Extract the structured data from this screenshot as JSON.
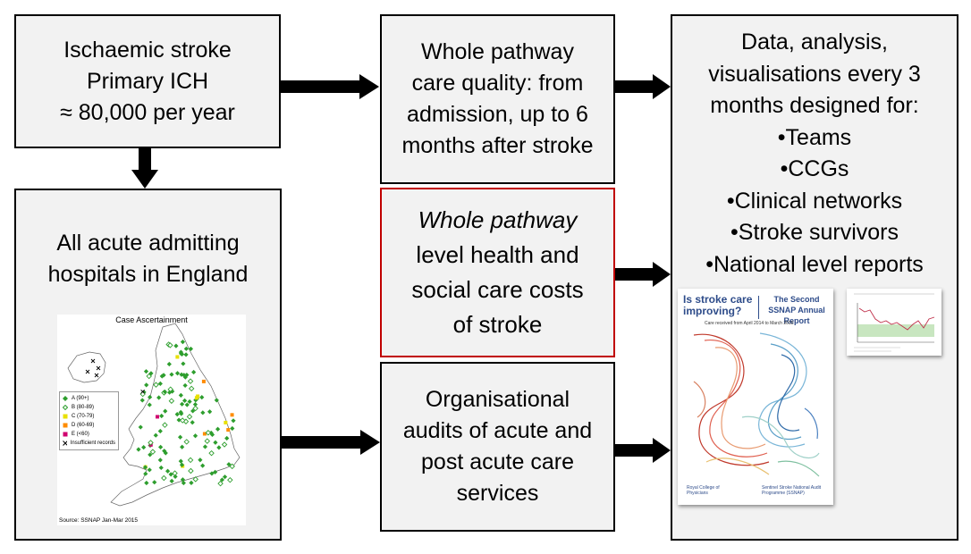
{
  "boxes": {
    "population": {
      "lines": [
        "Ischaemic stroke",
        "Primary ICH",
        "≈ 80,000 per year"
      ]
    },
    "hospitals": {
      "lines": [
        "All acute admitting",
        "hospitals in England"
      ]
    },
    "pathway": {
      "lines": [
        "Whole pathway",
        "care quality: from",
        "admission, up to 6",
        "months after stroke"
      ]
    },
    "costs": {
      "lines": [
        "Whole pathway",
        "level health and",
        "social care costs",
        "of stroke"
      ]
    },
    "audits": {
      "lines": [
        "Organisational",
        "audits of acute and",
        "post acute care",
        "services"
      ]
    },
    "outputs": {
      "lines": [
        "Data, analysis,",
        "visualisations every 3",
        "months designed for:",
        "•Teams",
        "•CCGs",
        "•Clinical networks",
        "•Stroke survivors",
        "•National level reports"
      ]
    }
  },
  "map": {
    "title": "Case Ascertainment",
    "source": "Source: SSNAP Jan-Mar 2015",
    "legend": [
      {
        "label": "A (90+)",
        "color": "#2e9e2e",
        "shape": "diamond-filled"
      },
      {
        "label": "B (80-89)",
        "color": "#2e9e2e",
        "shape": "diamond-open"
      },
      {
        "label": "C (70-79)",
        "color": "#e8e000",
        "shape": "square"
      },
      {
        "label": "D (60-69)",
        "color": "#ff8c00",
        "shape": "square"
      },
      {
        "label": "E (<60)",
        "color": "#d0006f",
        "shape": "square"
      },
      {
        "label": "Insufficient records",
        "color": "#000000",
        "shape": "cross"
      }
    ]
  },
  "report": {
    "question": "Is stroke care improving?",
    "title": "The Second SSNAP Annual Report",
    "subtitle": "Care received from April 2014 to March 2015",
    "publisher": "Royal College of Physicians",
    "programme": "Sentinel Stroke National Audit Programme (SSNAP)"
  },
  "colors": {
    "box_fill": "#f2f2f2",
    "border": "#000000",
    "costs_border": "#c00000",
    "map_green": "#2e9e2e"
  }
}
